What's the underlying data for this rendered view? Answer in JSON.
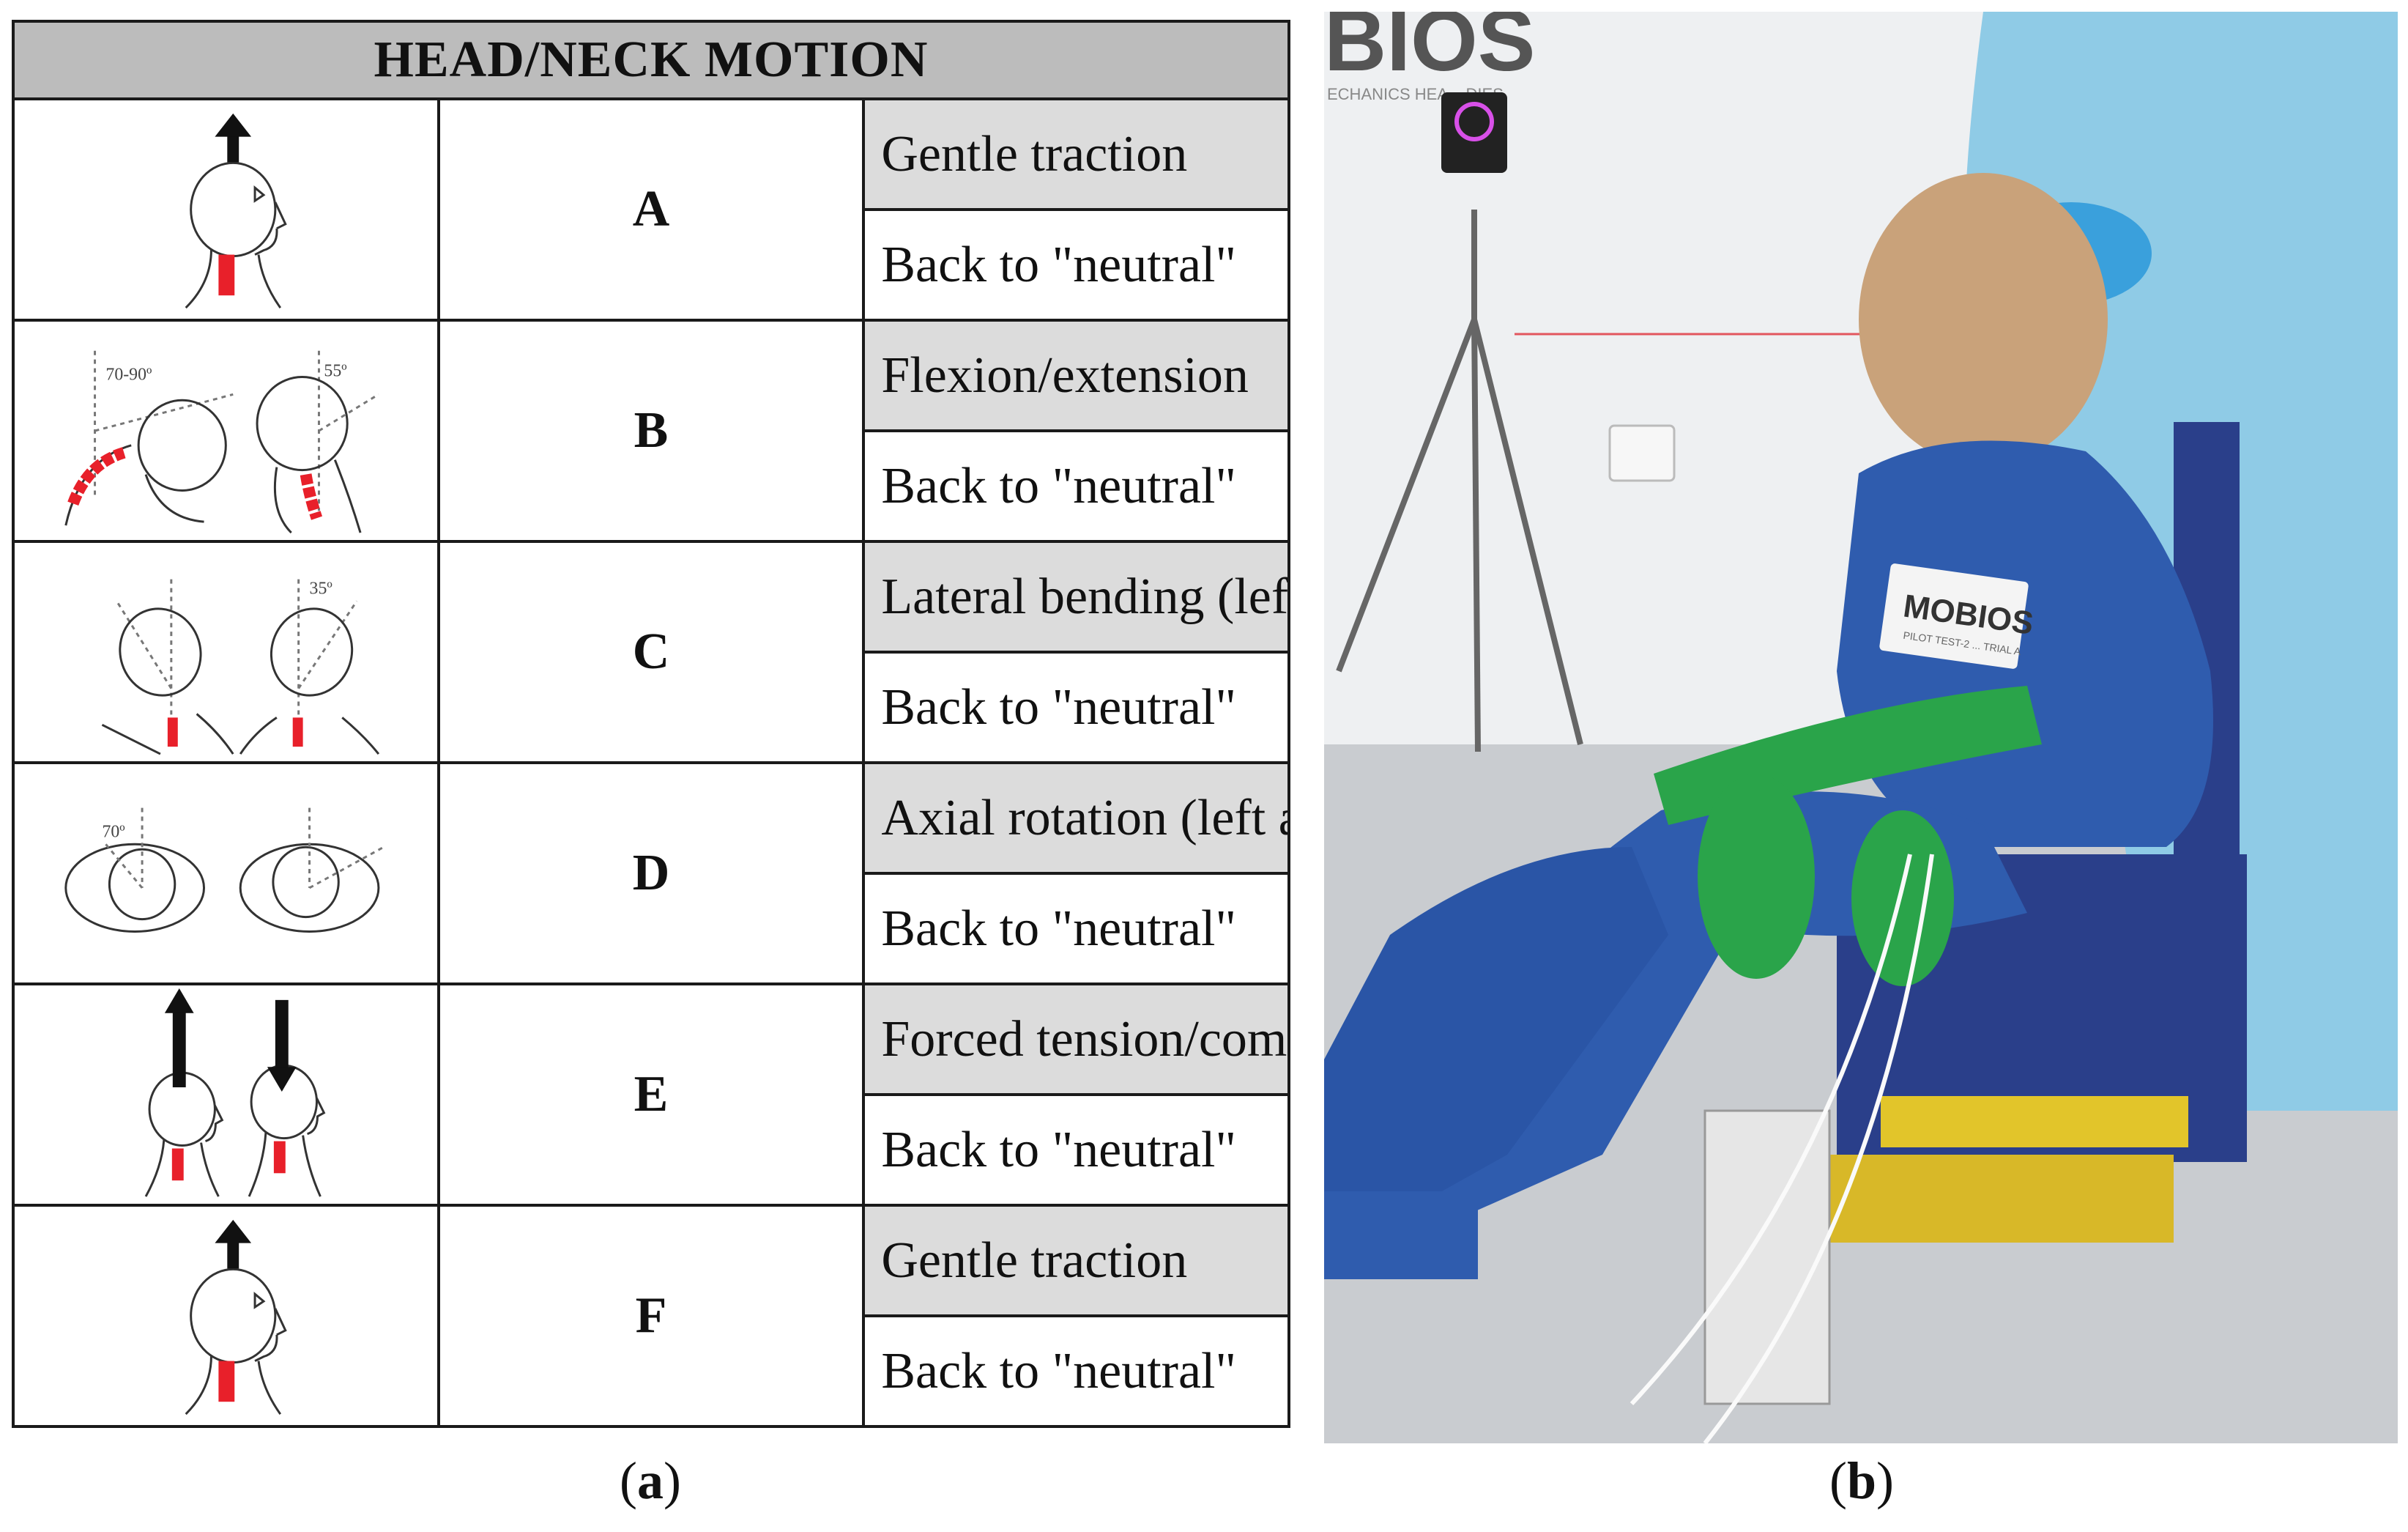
{
  "table": {
    "header": "HEAD/NECK MOTION",
    "rows": [
      {
        "letter": "A",
        "icon": "head-traction-icon",
        "actions": [
          "Gentle traction",
          "Back to \"neutral\""
        ]
      },
      {
        "letter": "B",
        "icon": "flexion-extension-icon",
        "angles": [
          "70-90º",
          "55º"
        ],
        "actions": [
          "Flexion/extension",
          "Back to \"neutral\""
        ]
      },
      {
        "letter": "C",
        "icon": "lateral-bending-icon",
        "angles": [
          "35º"
        ],
        "actions": [
          "Lateral bending (left and right)",
          "Back to \"neutral\""
        ]
      },
      {
        "letter": "D",
        "icon": "axial-rotation-icon",
        "angles": [
          "70º"
        ],
        "actions": [
          "Axial rotation (left and right)",
          "Back to \"neutral\""
        ]
      },
      {
        "letter": "E",
        "icon": "tension-compression-icon",
        "actions": [
          "Forced tension/compression",
          "Back to \"neutral\""
        ]
      },
      {
        "letter": "F",
        "icon": "head-traction-icon",
        "actions": [
          "Gentle traction",
          "Back to \"neutral\""
        ]
      }
    ]
  },
  "captions": {
    "a": {
      "open": "(",
      "letter": "a",
      "close": ")"
    },
    "b": {
      "open": "(",
      "letter": "b",
      "close": ")"
    }
  },
  "photo": {
    "logo_text": "BIOS",
    "logo_subtext": "ECHANICS HEA... DIES",
    "bib_text": "MOBIOS",
    "bib_subtext": "PILOT TEST-2 ... TRIAL A"
  },
  "colors": {
    "header_bg": "#bcbcbc",
    "shaded_row": "#dcdcdc",
    "neck_highlight": "#e8202a",
    "coverall_blue": "#2f5cae",
    "strap_green": "#2aa44a",
    "glove_blue": "#3aa0dc"
  }
}
